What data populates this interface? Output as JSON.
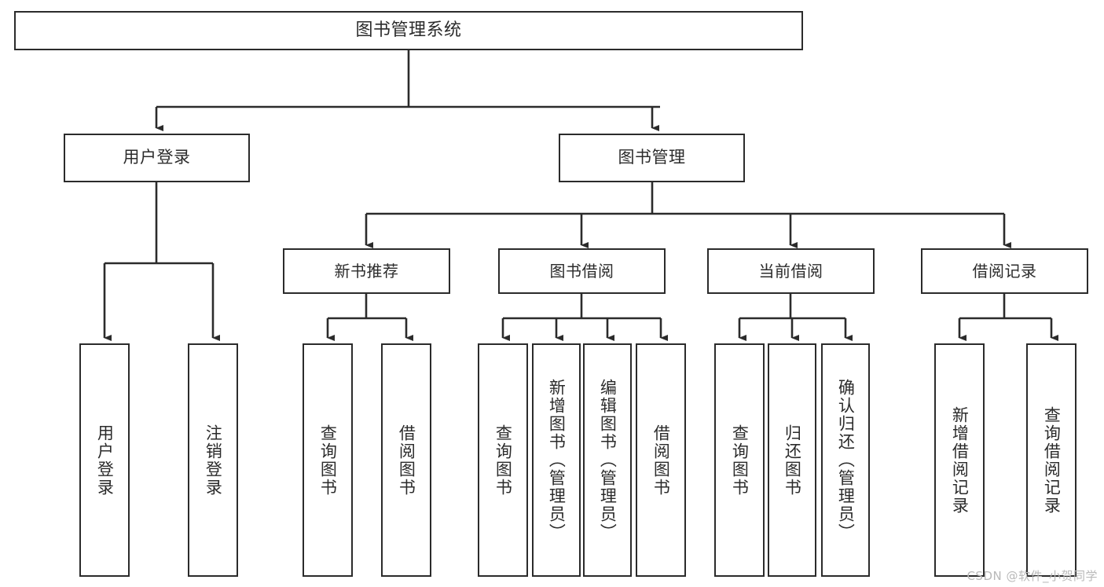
{
  "diagram": {
    "title": "图书管理系统",
    "type": "tree-hierarchy",
    "theme": {
      "background": "#ffffff",
      "border": "#2b2b2b",
      "text": "#2b2b2b",
      "connector": "#2b2b2b",
      "watermark": "#b9b9b9"
    },
    "root": {
      "label": "图书管理系统"
    },
    "level1": [
      {
        "label": "用户登录"
      },
      {
        "label": "图书管理"
      }
    ],
    "level2": [
      {
        "label": "新书推荐"
      },
      {
        "label": "图书借阅"
      },
      {
        "label": "当前借阅"
      },
      {
        "label": "借阅记录"
      }
    ],
    "leaves": {
      "user_login": [
        {
          "label": "用户登录"
        },
        {
          "label": "注销登录"
        }
      ],
      "new_book_recommend": [
        {
          "label": "查询图书"
        },
        {
          "label": "借阅图书"
        }
      ],
      "book_borrow": [
        {
          "label": "查询图书"
        },
        {
          "label": "新增图书（管理员）"
        },
        {
          "label": "编辑图书（管理员）"
        },
        {
          "label": "借阅图书"
        }
      ],
      "current_borrow": [
        {
          "label": "查询图书"
        },
        {
          "label": "归还图书"
        },
        {
          "label": "确认归还（管理员）"
        }
      ],
      "borrow_record": [
        {
          "label": "新增借阅记录"
        },
        {
          "label": "查询借阅记录"
        }
      ]
    }
  },
  "watermark": {
    "text": "CSDN @软件_小贺同学"
  }
}
